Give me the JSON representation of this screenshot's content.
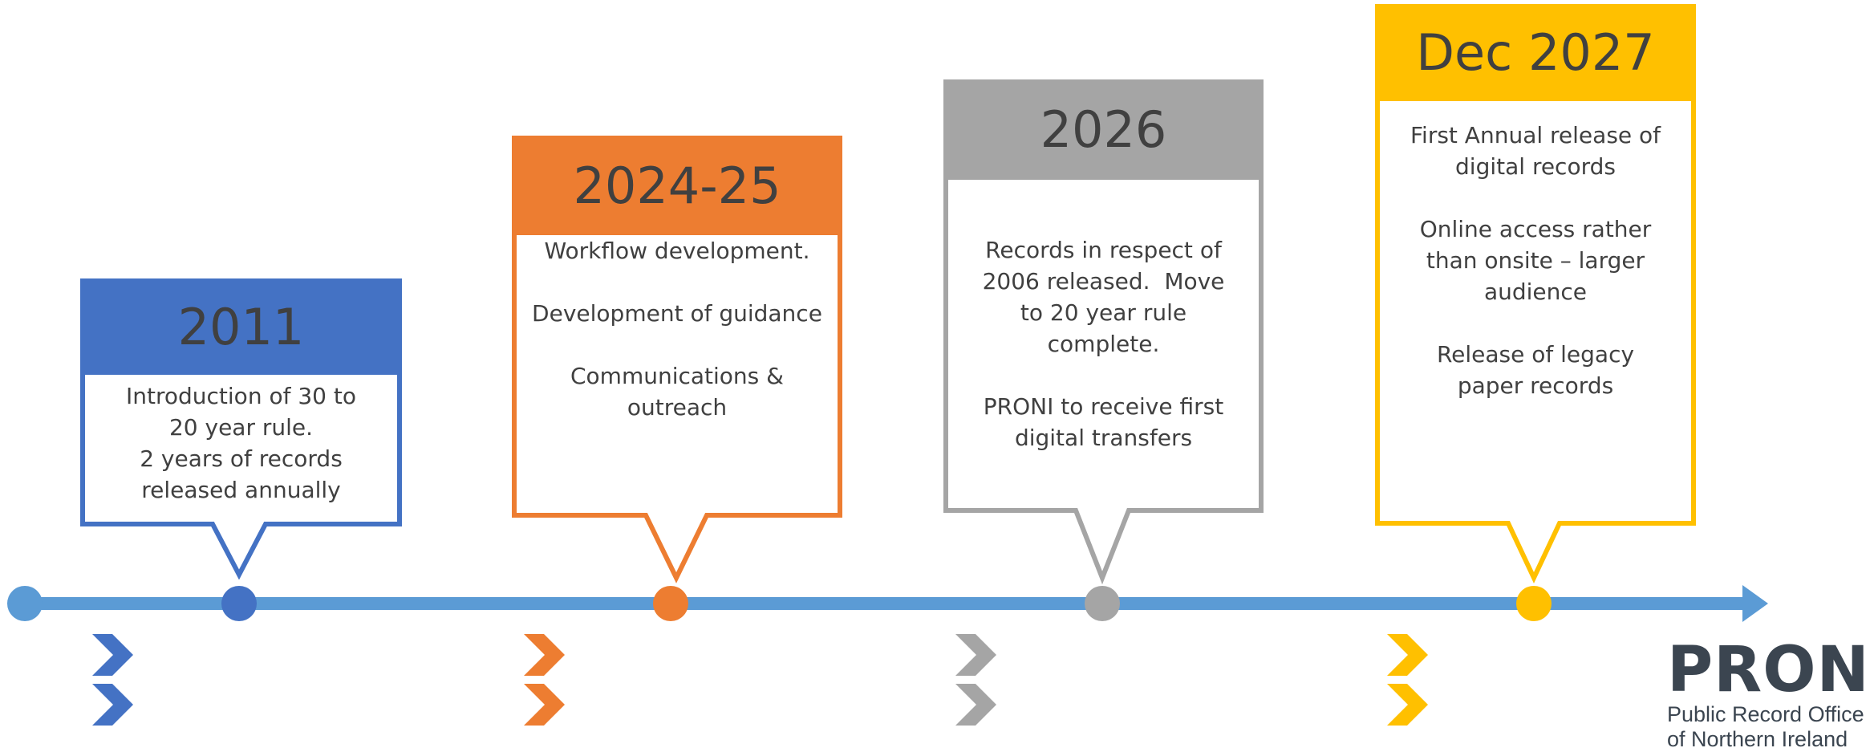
{
  "colors": {
    "timeline": "#5b9bd5",
    "blue": "#4472c4",
    "orange": "#ed7d31",
    "gray": "#a5a5a5",
    "gold": "#ffc000",
    "text": "#404040"
  },
  "milestones": [
    {
      "year": "2011",
      "color": "#4472c4",
      "paragraphs": [
        "Introduction of 30 to 20 year rule. 2 years of records released annually"
      ],
      "lines": [
        "Introduction of 30 to",
        "20 year rule.",
        "2 years of records",
        "released annually"
      ]
    },
    {
      "year": "2024-25",
      "color": "#ed7d31",
      "lines": [
        "Workflow development.",
        "",
        "Development of guidance",
        "",
        "Communications &",
        "outreach"
      ]
    },
    {
      "year": "2026",
      "color": "#a5a5a5",
      "lines": [
        "Records in respect of",
        "2006 released.  Move",
        "to 20 year rule",
        "complete.",
        "",
        "PRONI to receive first",
        "digital transfers"
      ]
    },
    {
      "year": "Dec 2027",
      "color": "#ffc000",
      "lines": [
        "First Annual release of",
        "digital records",
        "",
        "Online access rather",
        "than onsite – larger",
        "audience",
        "",
        "Release of legacy",
        "paper records"
      ]
    }
  ],
  "logo": {
    "name": "PRONI",
    "subtitle_line1": "Public Record Office",
    "subtitle_line2": "of Northern Ireland"
  }
}
